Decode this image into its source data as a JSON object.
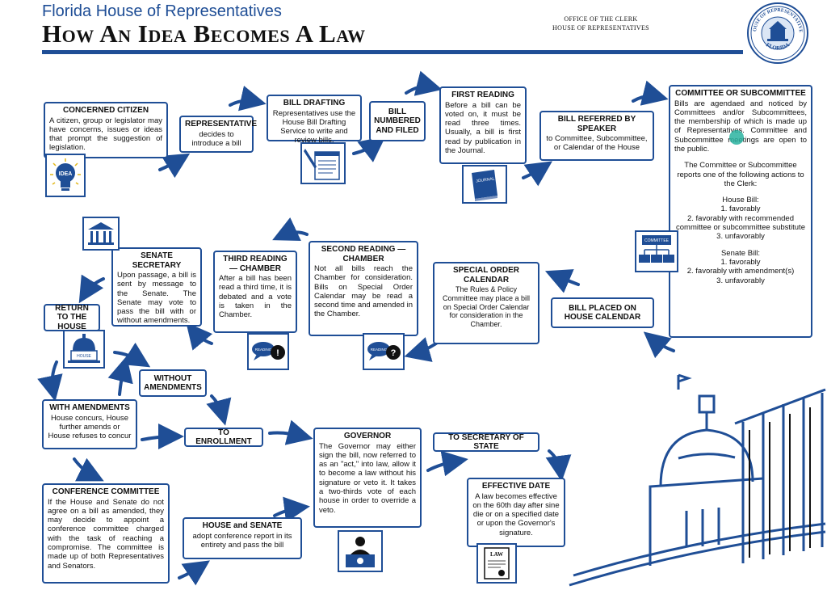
{
  "header": {
    "subtitle": "Florida House of Representatives",
    "title": "How An Idea Becomes A Law",
    "clerk_line1": "OFFICE OF THE CLERK",
    "clerk_line2": "HOUSE OF REPRESENTATIVES",
    "seal_top": "HOUSE OF REPRESENTATIVES",
    "seal_bottom": "FLORIDA"
  },
  "steps": {
    "concerned_citizen": {
      "title": "CONCERNED CITIZEN",
      "text": "A citizen, group or legislator may have concerns, issues or ideas that prompt the suggestion of legislation."
    },
    "representative": {
      "title": "REPRESENTATIVE",
      "text": "decides to introduce a bill"
    },
    "bill_drafting": {
      "title": "BILL DRAFTING",
      "text": "Representatives use the House Bill Drafting Service to write and review bills."
    },
    "bill_numbered": {
      "title": "BILL NUMBERED AND FILED"
    },
    "first_reading": {
      "title": "FIRST READING",
      "text": "Before a bill can be voted on, it must be read three times. Usually, a bill is first read by publication in the Journal."
    },
    "bill_referred": {
      "title": "BILL REFERRED BY SPEAKER",
      "text": "to Committee, Subcommittee, or Calendar of the House"
    },
    "committee": {
      "title": "COMMITTEE OR SUBCOMMITTEE",
      "text1": "Bills are agendaed and noticed by Committees and/or Subcommittees, the membership of which is made up of Representatives. Committee and Subcommittee meetings are open to the public.",
      "text2": "The Committee or Subcommittee reports one of the following actions to the Clerk:",
      "house_label": "House Bill:",
      "house_1": "1. favorably",
      "house_2": "2. favorably with recommended committee or subcommittee substitute",
      "house_3": "3. unfavorably",
      "senate_label": "Senate Bill:",
      "senate_1": "1. favorably",
      "senate_2": "2. favorably with amendment(s)",
      "senate_3": "3. unfavorably"
    },
    "house_calendar": {
      "title": "BILL PLACED ON HOUSE CALENDAR"
    },
    "special_order": {
      "title": "SPECIAL ORDER CALENDAR",
      "text": "The Rules & Policy Committee may place a bill on Special Order Calendar for consideration in the Chamber."
    },
    "second_reading": {
      "title": "SECOND READING — CHAMBER",
      "text": "Not all bills reach the Chamber for consideration. Bills on Special Order Calendar may be read a second time and amended in the Chamber."
    },
    "third_reading": {
      "title": "THIRD READING — CHAMBER",
      "text": "After a bill has been read a third time, it is debated and a vote is taken in the Chamber."
    },
    "senate_secretary": {
      "title": "SENATE SECRETARY",
      "text": "Upon passage, a bill is sent by message to the Senate. The Senate may vote to pass the bill with or without amendments."
    },
    "return_house": {
      "title": "RETURN TO THE HOUSE"
    },
    "without_amendments": {
      "title": "WITHOUT AMENDMENTS"
    },
    "with_amendments": {
      "title": "WITH AMENDMENTS",
      "text": "House concurs, House further amends or House refuses to concur"
    },
    "to_enrollment": {
      "title": "TO ENROLLMENT"
    },
    "governor": {
      "title": "GOVERNOR",
      "text": "The Governor may either sign the bill, now referred to as an \"act,\" into law, allow it to become a law without his signature or veto it. It takes a two-thirds vote of each house in order to override a veto."
    },
    "to_secretary": {
      "title": "TO SECRETARY OF STATE"
    },
    "effective_date": {
      "title": "EFFECTIVE DATE",
      "text": "A law becomes effective on the 60th day after sine die or on a specified date or upon the Governor's signature."
    },
    "conference": {
      "title": "CONFERENCE COMMITTEE",
      "text": "If the House and Senate do not agree on a bill as amended, they may decide to appoint a conference committee charged with the task of reaching a compromise. The committee is made up of both Representatives and Senators."
    },
    "house_senate": {
      "title": "HOUSE and SENATE",
      "text": "adopt conference report in its entirety and pass the bill"
    }
  },
  "icons": {
    "idea_label": "IDEA",
    "journal_label": "JOURNAL",
    "committee_label": "COMMITTEE",
    "reading_label": "READING",
    "law_label": "LAW",
    "house_icon_label": "HOUSE"
  },
  "colors": {
    "accent": "#1f4e96",
    "ink": "#111111",
    "cursor": "#2ab3a0"
  }
}
